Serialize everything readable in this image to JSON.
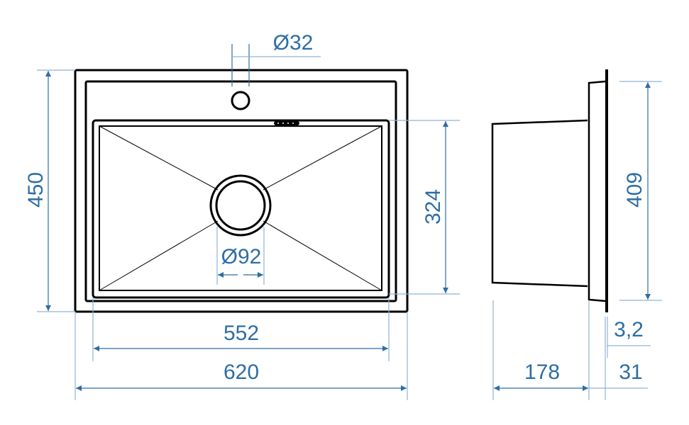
{
  "title": "Sink dimension drawing",
  "colors": {
    "dimension": "#2e6da4",
    "outline": "#000000"
  },
  "dimensions": {
    "tap_hole_diameter": "Ø32",
    "drain_diameter": "Ø92",
    "total_depth": "450",
    "bowl_depth": "324",
    "bowl_width": "552",
    "total_width": "620",
    "side_length": "409",
    "bowl_height": "178",
    "flange_height": "31",
    "thickness": "3,2"
  }
}
